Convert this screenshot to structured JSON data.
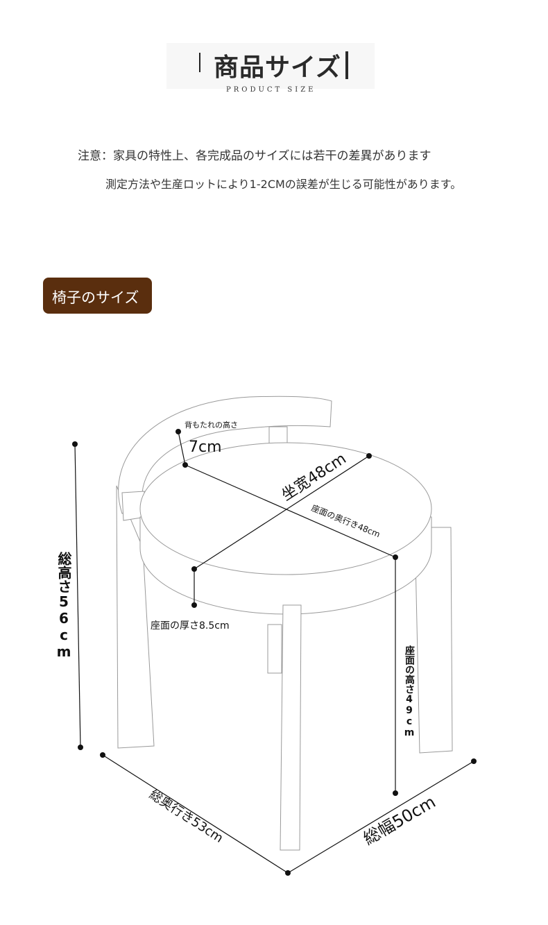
{
  "header": {
    "title": "商品サイズ",
    "subtitle": "PRODUCT SIZE"
  },
  "notes": {
    "line1": "注意：家具の特性上、各完成品のサイズには若干の差異があります",
    "line2": "測定方法や生産ロットにより1-2CMの誤差が生じる可能性があります。"
  },
  "section": {
    "label": "椅子のサイズ"
  },
  "dimensions": {
    "backrest_label": "背もたれの高さ",
    "backrest_value": "7cm",
    "seat_width": "坐宽48cm",
    "seat_depth": "座面の奥行き48cm",
    "seat_thickness": "座面の厚さ8.5cm",
    "total_height": "総高さ56cm",
    "seat_height": "座面の高さ49cm",
    "total_depth": "総奥行き53cm",
    "total_width": "総幅50cm"
  }
}
